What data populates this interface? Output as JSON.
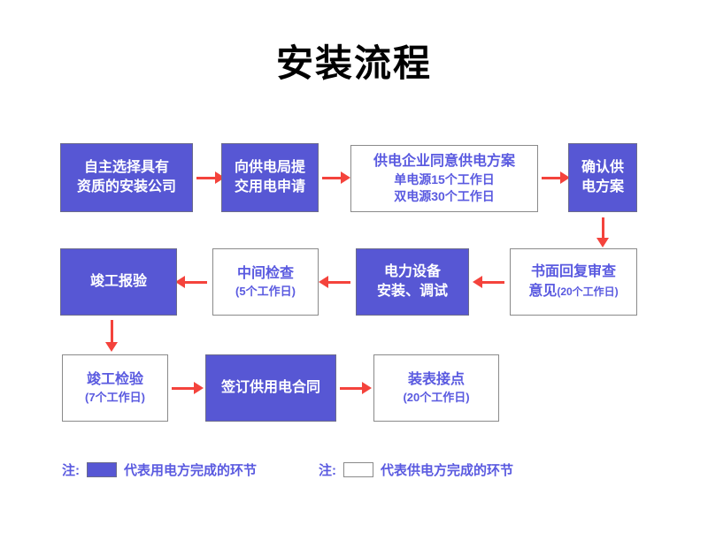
{
  "title": "安装流程",
  "colors": {
    "box_fill": "#5757d4",
    "box_outline_border": "#8a8a8a",
    "text_purple": "#5a5ae0",
    "arrow": "#f4433c",
    "title_text": "#000000",
    "background": "#ffffff"
  },
  "nodes": {
    "n1": {
      "line1": "自主选择具有",
      "line2": "资质的安装公司",
      "style": "filled"
    },
    "n2": {
      "line1": "向供电局提",
      "line2": "交用电申请",
      "style": "filled"
    },
    "n3": {
      "line1": "供电企业同意供电方案",
      "line2": "单电源15个工作日",
      "line3": "双电源30个工作日",
      "style": "outline"
    },
    "n4": {
      "line1": "确认供",
      "line2": "电方案",
      "style": "filled"
    },
    "n5": {
      "line1": "书面回复审查",
      "line2": "意见",
      "line2_small": "(20个工作日)",
      "style": "outline"
    },
    "n6": {
      "line1": "电力设备",
      "line2": "安装、调试",
      "style": "filled"
    },
    "n7": {
      "line1": "中间检查",
      "line2": "(5个工作日)",
      "style": "outline"
    },
    "n8": {
      "line1": "竣工报验",
      "style": "filled"
    },
    "n9": {
      "line1": "竣工检验",
      "line2": "(7个工作日)",
      "style": "outline"
    },
    "n10": {
      "line1": "签订供用电合同",
      "style": "filled"
    },
    "n11": {
      "line1": "装表接点",
      "line2": "(20个工作日)",
      "style": "outline"
    }
  },
  "legend": {
    "item1": {
      "prefix": "注:",
      "text": "代表用电方完成的环节",
      "swatch": "filled"
    },
    "item2": {
      "prefix": "注:",
      "text": "代表供电方完成的环节",
      "swatch": "outline"
    }
  }
}
